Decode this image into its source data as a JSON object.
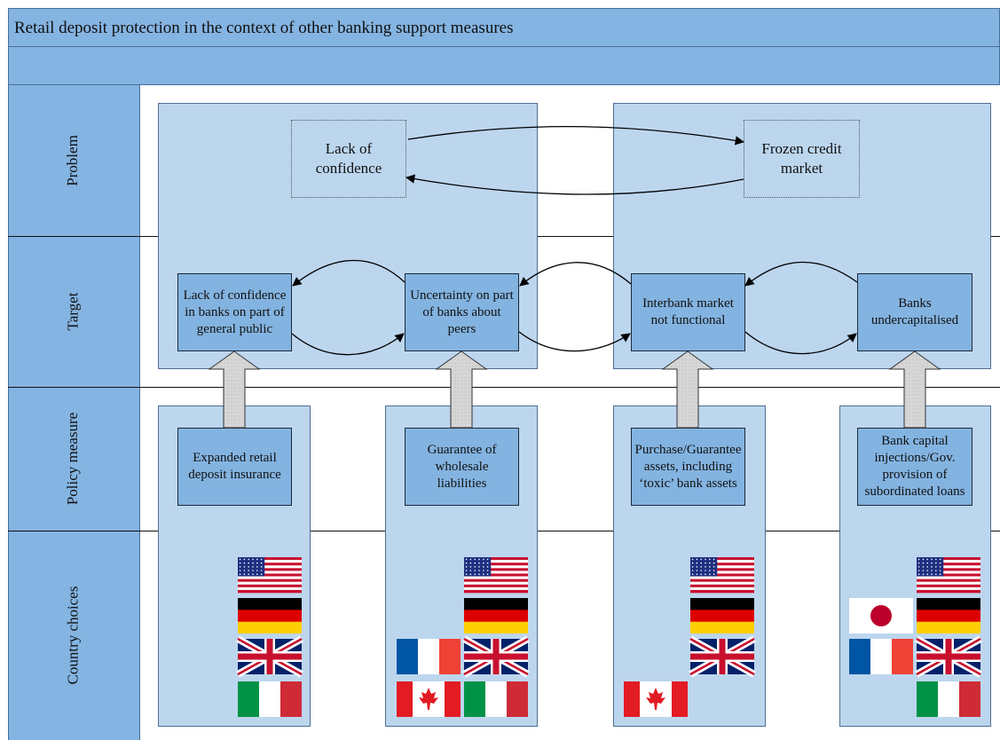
{
  "title": "Retail deposit protection in the context of other banking support measures",
  "rows": {
    "problem": "Problem",
    "target": "Target",
    "policy": "Policy measure",
    "country": "Country choices"
  },
  "problems": {
    "confidence": "Lack of confidence",
    "credit": "Frozen credit market"
  },
  "targets": [
    "Lack of confidence in banks on part of general public",
    "Uncertainty on part of banks about peers",
    "Interbank market not functional",
    "Banks undercapitalised"
  ],
  "policies": [
    "Expanded retail deposit insurance",
    "Guarantee of wholesale liabilities",
    "Purchase/Guarantee assets, including ‘toxic’ bank assets",
    "Bank capital injections/Gov. provision of subordinated loans"
  ],
  "country_choices": [
    [
      "us",
      "de",
      "uk",
      "it"
    ],
    [
      "us",
      "de",
      "fr",
      "uk",
      "ca",
      "it"
    ],
    [
      "us",
      "de",
      "uk",
      "ca"
    ],
    [
      "us",
      "jp",
      "de",
      "fr",
      "uk",
      "it"
    ]
  ]
}
